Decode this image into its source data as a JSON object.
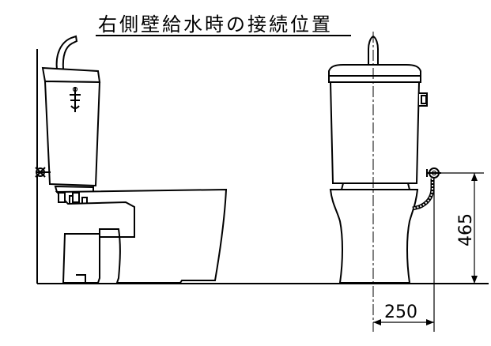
{
  "title": "右側壁給水時の接続位置",
  "dimensions": {
    "height_label": "465",
    "offset_label": "250"
  }
}
